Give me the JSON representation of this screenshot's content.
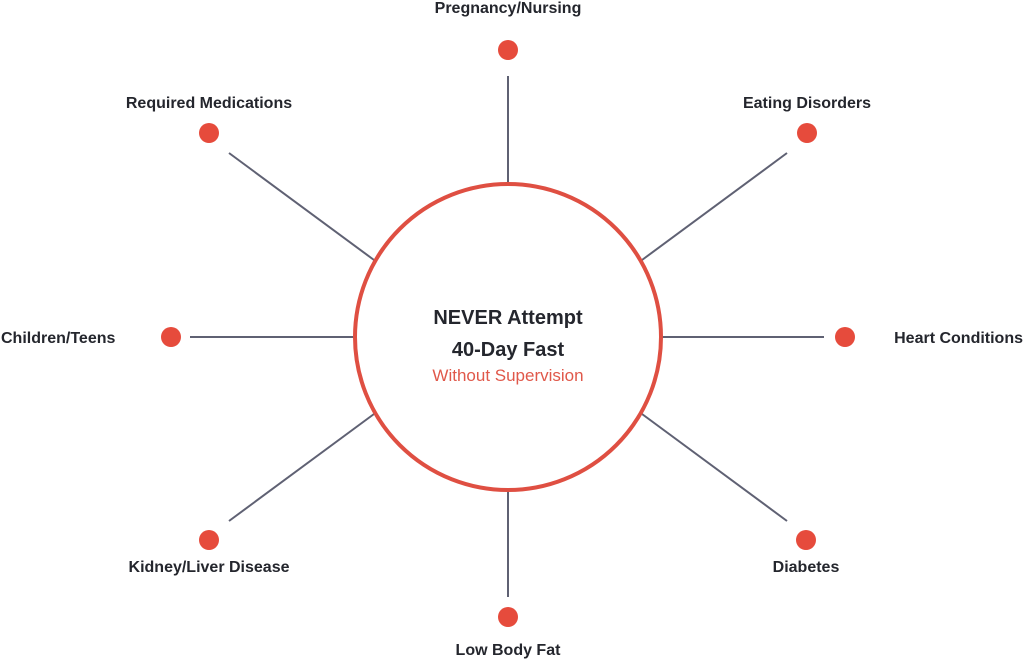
{
  "colors": {
    "accent": "#e64b3c",
    "ring": "#df4f42",
    "spoke": "#5f6173",
    "text": "#24262d"
  },
  "center": {
    "line1": "NEVER Attempt",
    "line2": "40-Day Fast",
    "line3": "Without Supervision"
  },
  "spokes": [
    {
      "label": "Pregnancy/Nursing"
    },
    {
      "label": "Eating Disorders"
    },
    {
      "label": "Heart Conditions"
    },
    {
      "label": "Diabetes"
    },
    {
      "label": "Low Body Fat"
    },
    {
      "label": "Kidney/Liver Disease"
    },
    {
      "label": "Children/Teens"
    },
    {
      "label": "Required Medications"
    }
  ]
}
